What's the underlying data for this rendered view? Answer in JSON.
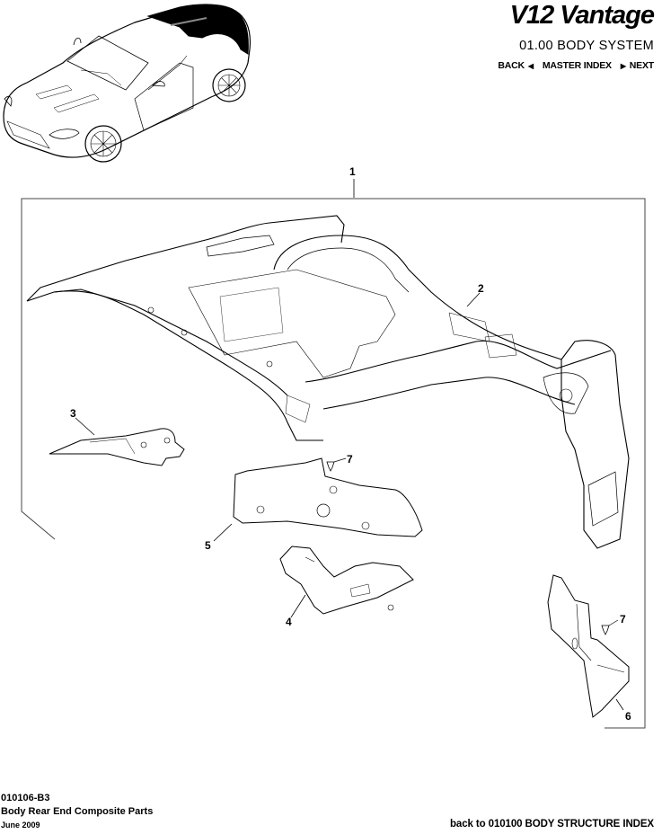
{
  "header": {
    "logo": "V12 Vantage",
    "system_title": "01.00 BODY SYSTEM",
    "nav": {
      "back_label": "BACK",
      "back_icon": "left-triangle-icon",
      "master_index_label": "MASTER INDEX",
      "next_icon": "right-triangle-icon",
      "next_label": "NEXT"
    }
  },
  "illustration": {
    "car_thumbnail": "car-isometric-with-highlighted-rear-section",
    "callouts": [
      {
        "number": "1",
        "part": "assembly-frame"
      },
      {
        "number": "2",
        "part": "rear-end-structure"
      },
      {
        "number": "3",
        "part": "left-rear-bracket"
      },
      {
        "number": "4",
        "part": "lower-rear-bracket"
      },
      {
        "number": "5",
        "part": "rear-side-panel"
      },
      {
        "number": "6",
        "part": "rear-corner-bracket"
      },
      {
        "number": "7",
        "part": "fastener-clip"
      },
      {
        "number": "7",
        "part": "fastener-clip"
      }
    ]
  },
  "footer": {
    "code": "010106-B3",
    "title": "Body Rear End Composite Parts",
    "date": "June 2009",
    "back_link": "back to 010100 BODY STRUCTURE INDEX"
  }
}
